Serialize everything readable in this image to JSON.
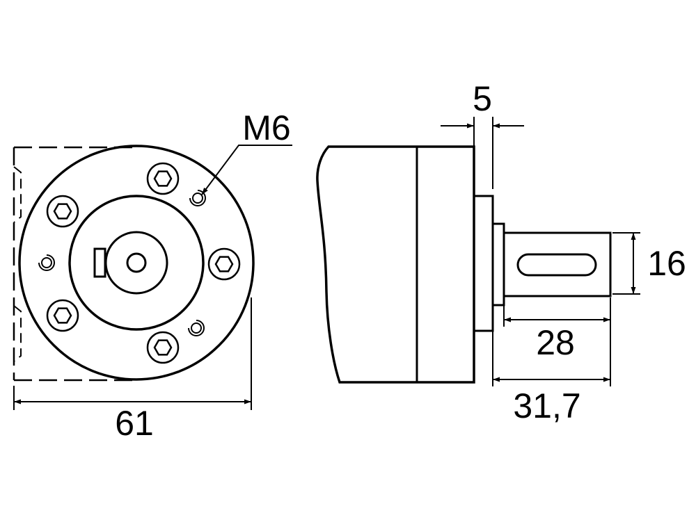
{
  "dimensions": {
    "thread": "M6",
    "flange_width": "5",
    "shaft_diameter": "16",
    "shaft_length": "28",
    "total_shaft_length": "31,7",
    "overall_width": "61"
  }
}
